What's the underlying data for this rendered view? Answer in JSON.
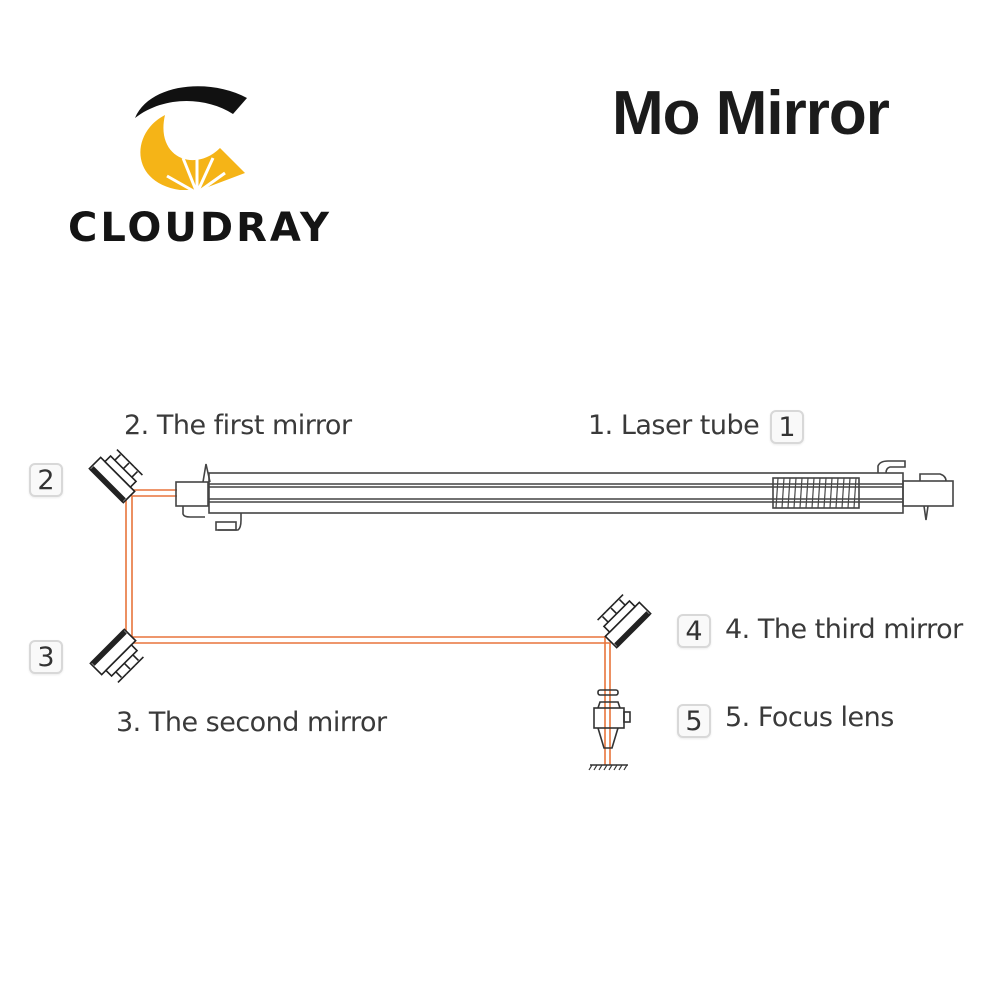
{
  "header": {
    "brand_name": "CLOUDRAY",
    "title": "Mo Mirror",
    "logo": {
      "icon": "cloudray-logo-icon",
      "colors": {
        "arc": "#111111",
        "crescent": "#F5B417"
      }
    }
  },
  "diagram": {
    "beam_color": "#E8743B",
    "line_color": "#444444",
    "components": [
      {
        "number": "1",
        "label": "1. Laser tube",
        "icon": "laser-tube-icon"
      },
      {
        "number": "2",
        "label": "2. The first mirror",
        "icon": "mirror-mount-icon"
      },
      {
        "number": "3",
        "label": "3. The second mirror",
        "icon": "mirror-mount-icon"
      },
      {
        "number": "4",
        "label": "4. The third mirror",
        "icon": "mirror-mount-icon"
      },
      {
        "number": "5",
        "label": "5. Focus lens",
        "icon": "focus-lens-icon"
      }
    ]
  }
}
